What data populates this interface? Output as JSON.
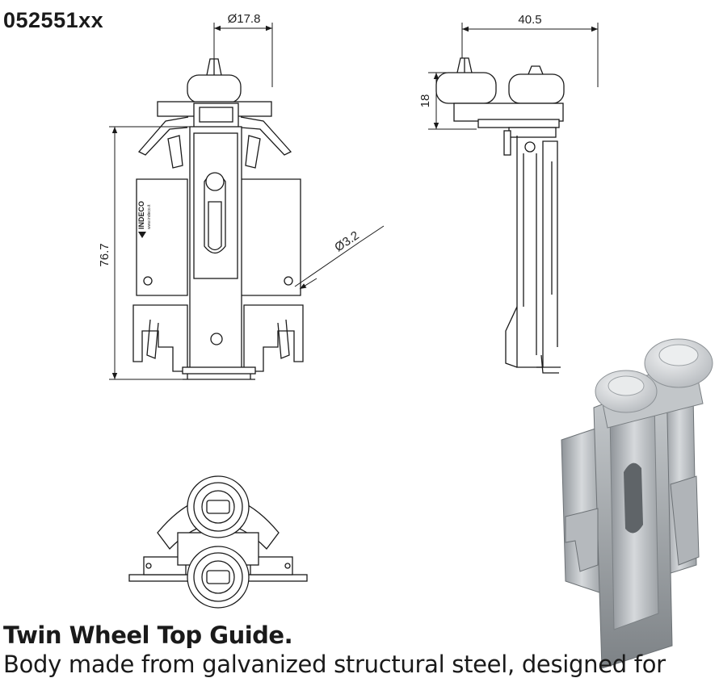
{
  "header": {
    "part_number": "052551xx"
  },
  "dimensions": {
    "wheel_diameter": "Ø17.8",
    "width": "40.5",
    "wheel_height": "18",
    "height": "76.7",
    "hole_diameter": "Ø3.2"
  },
  "logo": {
    "brand": "INDECO",
    "url": "www.indeco.it"
  },
  "caption": {
    "title": "Twin Wheel Top Guide.",
    "description": "Body made from galvanized structural steel, designed for"
  },
  "colors": {
    "line": "#1a1a1a",
    "background": "#ffffff",
    "render_metal": "#a9aeb2"
  }
}
